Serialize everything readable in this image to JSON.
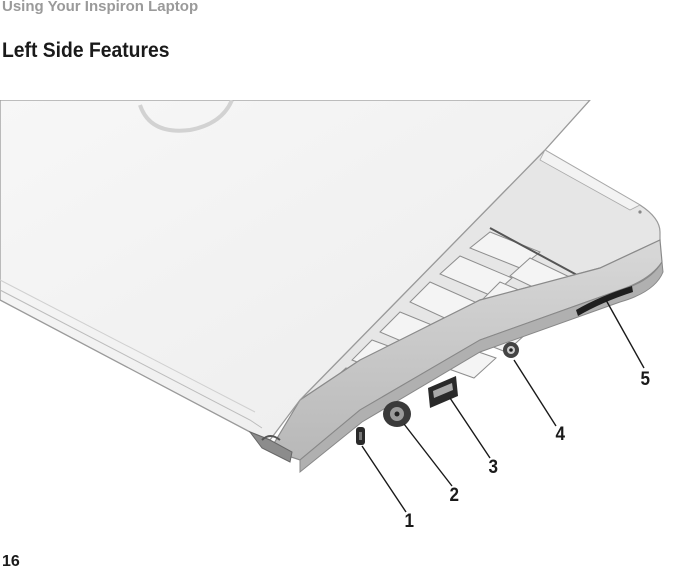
{
  "header": {
    "section": "Using Your Inspiron Laptop"
  },
  "page": {
    "title": "Left Side Features",
    "number": "16"
  },
  "callouts": [
    "1",
    "2",
    "3",
    "4",
    "5"
  ]
}
